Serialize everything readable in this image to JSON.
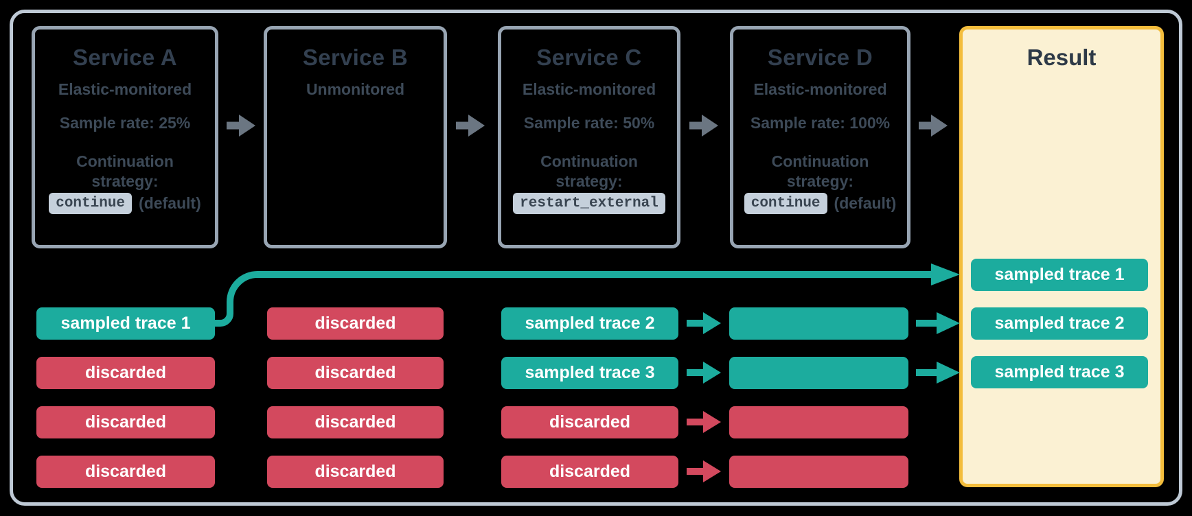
{
  "palette": {
    "background": "#000000",
    "outer_border": "#BEC9D5",
    "service_box_border": "#98A5B3",
    "title_text": "#334050",
    "body_text": "#3D4A58",
    "chip_bg": "#C5D0DB",
    "chip_text": "#394551",
    "flow_arrow_gray": "#6B7682",
    "sampled_teal": "#1CAC9E",
    "discarded_red": "#D3495E",
    "result_bg": "#FBF1D3",
    "result_border": "#F3BD3C",
    "pill_text": "#FFFFFF"
  },
  "services": [
    {
      "id": "a",
      "title": "Service A",
      "monitoring": "Elastic-monitored",
      "sample_rate": "Sample rate: 25%",
      "continuation_label": "Continuation strategy:",
      "chip": "continue",
      "chip_suffix": "(default)"
    },
    {
      "id": "b",
      "title": "Service B",
      "monitoring": "Unmonitored"
    },
    {
      "id": "c",
      "title": "Service C",
      "monitoring": "Elastic-monitored",
      "sample_rate": "Sample rate: 50%",
      "continuation_label": "Continuation strategy:",
      "chip": "restart_external",
      "chip_suffix": ""
    },
    {
      "id": "d",
      "title": "Service D",
      "monitoring": "Elastic-monitored",
      "sample_rate": "Sample rate: 100%",
      "continuation_label": "Continuation strategy:",
      "chip": "continue",
      "chip_suffix": "(default)"
    }
  ],
  "result": {
    "title": "Result",
    "pills": [
      {
        "label": "sampled trace 1",
        "status": "sampled"
      },
      {
        "label": "sampled trace 2",
        "status": "sampled"
      },
      {
        "label": "sampled trace 3",
        "status": "sampled"
      }
    ]
  },
  "columns": {
    "a": [
      {
        "label": "sampled trace 1",
        "status": "sampled"
      },
      {
        "label": "discarded",
        "status": "discarded"
      },
      {
        "label": "discarded",
        "status": "discarded"
      },
      {
        "label": "discarded",
        "status": "discarded"
      }
    ],
    "b": [
      {
        "label": "discarded",
        "status": "discarded"
      },
      {
        "label": "discarded",
        "status": "discarded"
      },
      {
        "label": "discarded",
        "status": "discarded"
      },
      {
        "label": "discarded",
        "status": "discarded"
      }
    ],
    "c": [
      {
        "label": "sampled trace 2",
        "status": "sampled"
      },
      {
        "label": "sampled trace 3",
        "status": "sampled"
      },
      {
        "label": "discarded",
        "status": "discarded"
      },
      {
        "label": "discarded",
        "status": "discarded"
      }
    ],
    "d": [
      {
        "label": "",
        "status": "sampled"
      },
      {
        "label": "",
        "status": "sampled"
      },
      {
        "label": "",
        "status": "discarded"
      },
      {
        "label": "",
        "status": "discarded"
      }
    ]
  }
}
